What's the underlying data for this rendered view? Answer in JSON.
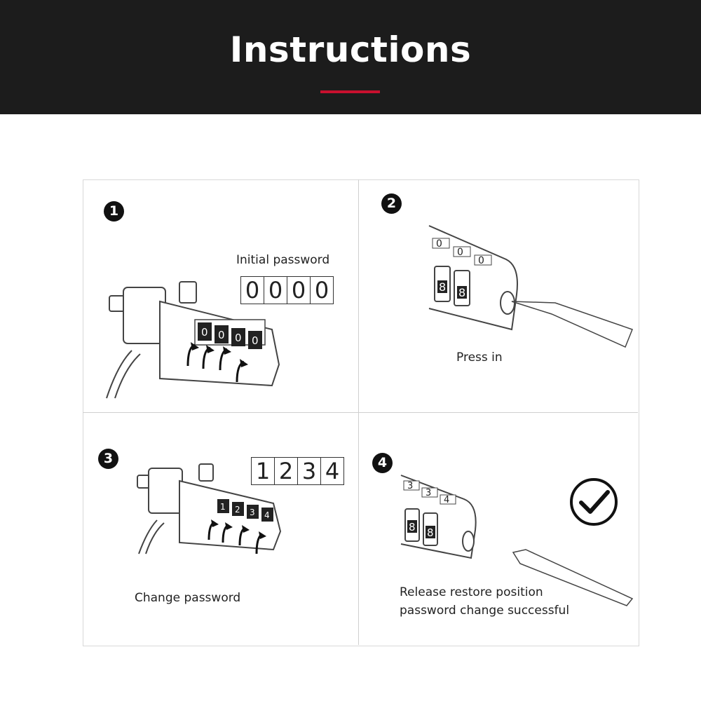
{
  "header": {
    "title": "Instructions",
    "accent_color": "#c8102e",
    "background": "#1c1c1c"
  },
  "panels": [
    {
      "step": "1",
      "caption": "Initial password",
      "code": [
        "0",
        "0",
        "0",
        "0"
      ]
    },
    {
      "step": "2",
      "caption": "Press in"
    },
    {
      "step": "3",
      "caption": "Change password",
      "code": [
        "1",
        "2",
        "3",
        "4"
      ]
    },
    {
      "step": "4",
      "caption_line1": "Release restore position",
      "caption_line2": "password change successful"
    }
  ]
}
